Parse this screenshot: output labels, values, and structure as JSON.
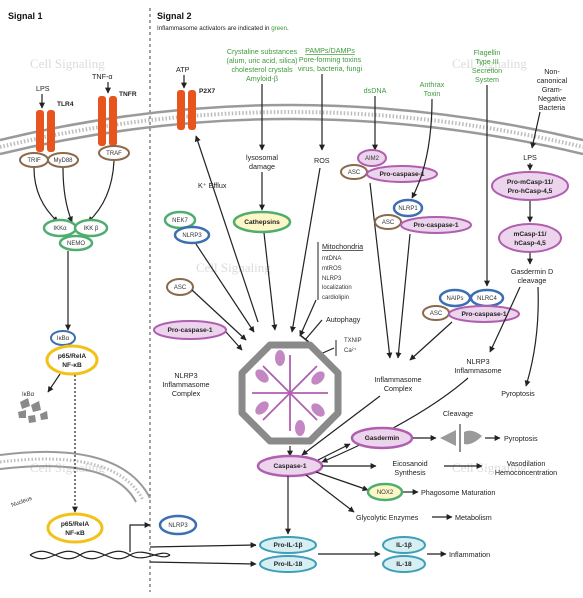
{
  "signal1": {
    "title": "Signal 1"
  },
  "signal2": {
    "title": "Signal 2",
    "note_prefix": "Inflammasome activators are indicated in ",
    "note_green": "green",
    "note_suffix": "."
  },
  "watermark": {
    "text": "Cell Signaling"
  },
  "colors": {
    "activator_green": "#3f9a3c",
    "receptor_red": "#e8541e",
    "nfkb_yellow": "#f2c21a",
    "purple": "#b05fb0",
    "green_ring": "#4fae6e",
    "blue_ring": "#3d6fb0",
    "brown_ring": "#8a6a4a"
  },
  "signal1_items": {
    "lps": "LPS",
    "tnfa": "TNF-α",
    "tlr4": "TLR4",
    "tnfr": "TNFR",
    "trif": "TRIF",
    "myd88": "MyD88",
    "traf": "TRAF",
    "ikka": "IKKα",
    "ikkb": "IKK β",
    "nemo": "NEMO",
    "ikba": "IκBα",
    "p65": "p65/RelA",
    "nfkb": "NF-κB",
    "ikba_deg": "IκBα",
    "nucleus": "Nucleus",
    "p65_nuc": "p65/RelA",
    "nfkb_nuc": "NF-κB"
  },
  "activators": {
    "crystal_1": "Crystaline substances",
    "crystal_2": "(alum, uric acid, silica)",
    "crystal_3": "cholesterol crystals",
    "crystal_4": "Amyloid-β",
    "pamps_1": "PAMPs/DAMPs",
    "pamps_2": "Pore-forming toxins",
    "pamps_3": "virus, bacteria, fungi",
    "dsdna": "dsDNA",
    "anthrax_1": "Anthrax",
    "anthrax_2": "Toxin",
    "flag_1": "Flagellin",
    "flag_2": "Type III",
    "flag_3": "Secretion",
    "flag_4": "System"
  },
  "signal2_items": {
    "atp": "ATP",
    "p2x7": "P2X7",
    "k_efflux": "K⁺ Efflux",
    "lyso_1": "lysosomal",
    "lyso_2": "damage",
    "cathepsins": "Cathepsins",
    "ros": "ROS",
    "nek7": "NEK7",
    "nlrp3": "NLRP3",
    "asc": "ASC",
    "procasp1": "Pro-caspase-1",
    "mito_title": "Mitochondria",
    "mito_items": [
      "mtDNA",
      "mtROS",
      "NLRP3",
      "localization",
      "cardiolipin"
    ],
    "autophagy": "Autophagy",
    "txnip": "TXNIP",
    "ca": "Ca²⁺",
    "nlrp3_complex_1": "NLRP3",
    "nlrp3_complex_2": "Inflammasome",
    "nlrp3_complex_3": "Complex",
    "aim2": "AIM2",
    "asc2": "ASC",
    "procasp1_aim2": "Pro-caspase-1",
    "nlrp1": "NLRP1",
    "asc3": "ASC",
    "procasp1_nlrp1": "Pro-caspase-1",
    "naips": "NAIPs",
    "nlrc4": "NLRC4",
    "asc4": "ASC",
    "procasp1_nlrc4": "Pro-caspase-1",
    "infl_complex_1": "Inflammasome",
    "infl_complex_2": "Complex",
    "noncanon_1": "Non-",
    "noncanon_2": "canonical",
    "noncanon_3": "Gram-",
    "noncanon_4": "Negative",
    "noncanon_5": "Bacteria",
    "lps2": "LPS",
    "promcasp_1": "Pro-mCasp-11/",
    "promcasp_2": "Pro-hCasp-4,5",
    "mcasp_1": "mCasp-11/",
    "mcasp_2": "hCasp-4,5",
    "gsdmd_1": "Gasdermin D",
    "gsdmd_2": "cleavage",
    "nlrp3_infl_1": "NLRP3",
    "nlrp3_infl_2": "Inflammasome",
    "pyroptosis_right": "Pyroptosis",
    "caspase1": "Caspase-1",
    "gasdermin": "Gasdermin",
    "cleavage": "Cleavage",
    "pyroptosis": "Pyroptosis",
    "eicosanoid_1": "Eicosanoid",
    "eicosanoid_2": "Synthesis",
    "vaso_1": "Vasodilation",
    "vaso_2": "Hemoconcentration",
    "nox2": "NOX2",
    "phago": "Phagosome Maturation",
    "glyco": "Glycolytic Enzymes",
    "metab": "Metabolism",
    "nlrp3_gene": "NLRP3",
    "proil1b": "Pro-IL-1β",
    "proil18": "Pro-IL-18",
    "il1b": "IL-1β",
    "il18": "IL-18",
    "inflammation": "Inflammation"
  }
}
